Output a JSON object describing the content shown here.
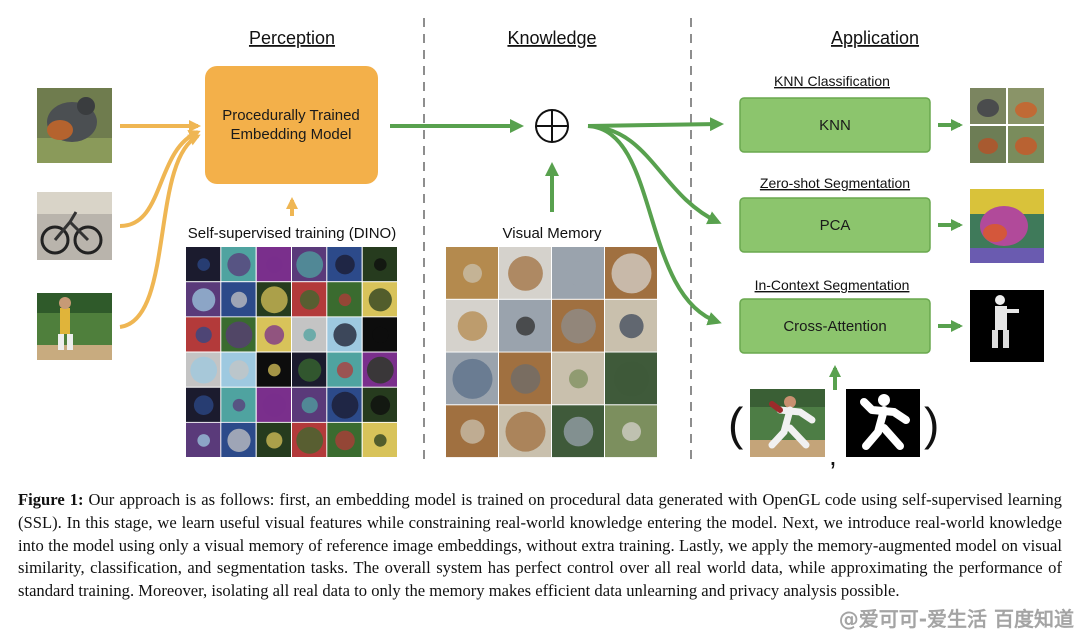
{
  "columns": {
    "perception": "Perception",
    "knowledge": "Knowledge",
    "application": "Application"
  },
  "perception": {
    "model_box_line1": "Procedurally Trained",
    "model_box_line2": "Embedding Model",
    "training_label": "Self-supervised training (DINO)"
  },
  "knowledge": {
    "combine_symbol": "⊕",
    "memory_label": "Visual Memory"
  },
  "application": {
    "tasks": [
      {
        "title": "KNN Classification",
        "box": "KNN"
      },
      {
        "title": "Zero-shot Segmentation",
        "box": "PCA"
      },
      {
        "title": "In-Context Segmentation",
        "box": "Cross-Attention"
      }
    ],
    "pair_open": "(",
    "pair_sep": ",",
    "pair_close": ")"
  },
  "caption": {
    "label": "Figure 1:",
    "text": " Our approach is as follows: first, an embedding model is trained on procedural data generated with OpenGL code using self-supervised learning (SSL). In this stage, we learn useful visual features while constraining real-world knowledge entering the model. Next, we introduce real-world knowledge into the model using only a visual memory of reference image embeddings, without extra training. Lastly, we apply the memory-augmented model on visual similarity, classification, and segmentation tasks. The overall system has perfect control over all real world data, while approximating the performance of standard training. Moreover, isolating all real data to only the memory makes efficient data unlearning and privacy analysis possible."
  },
  "watermark": "@爱可可-爱生活 百度知道",
  "colors": {
    "perception_box": "#f3b04a",
    "perception_arrow": "#efb653",
    "knowledge_arrow": "#58a14e",
    "application_box": "#8cc56d",
    "application_border": "#6aa84f"
  }
}
